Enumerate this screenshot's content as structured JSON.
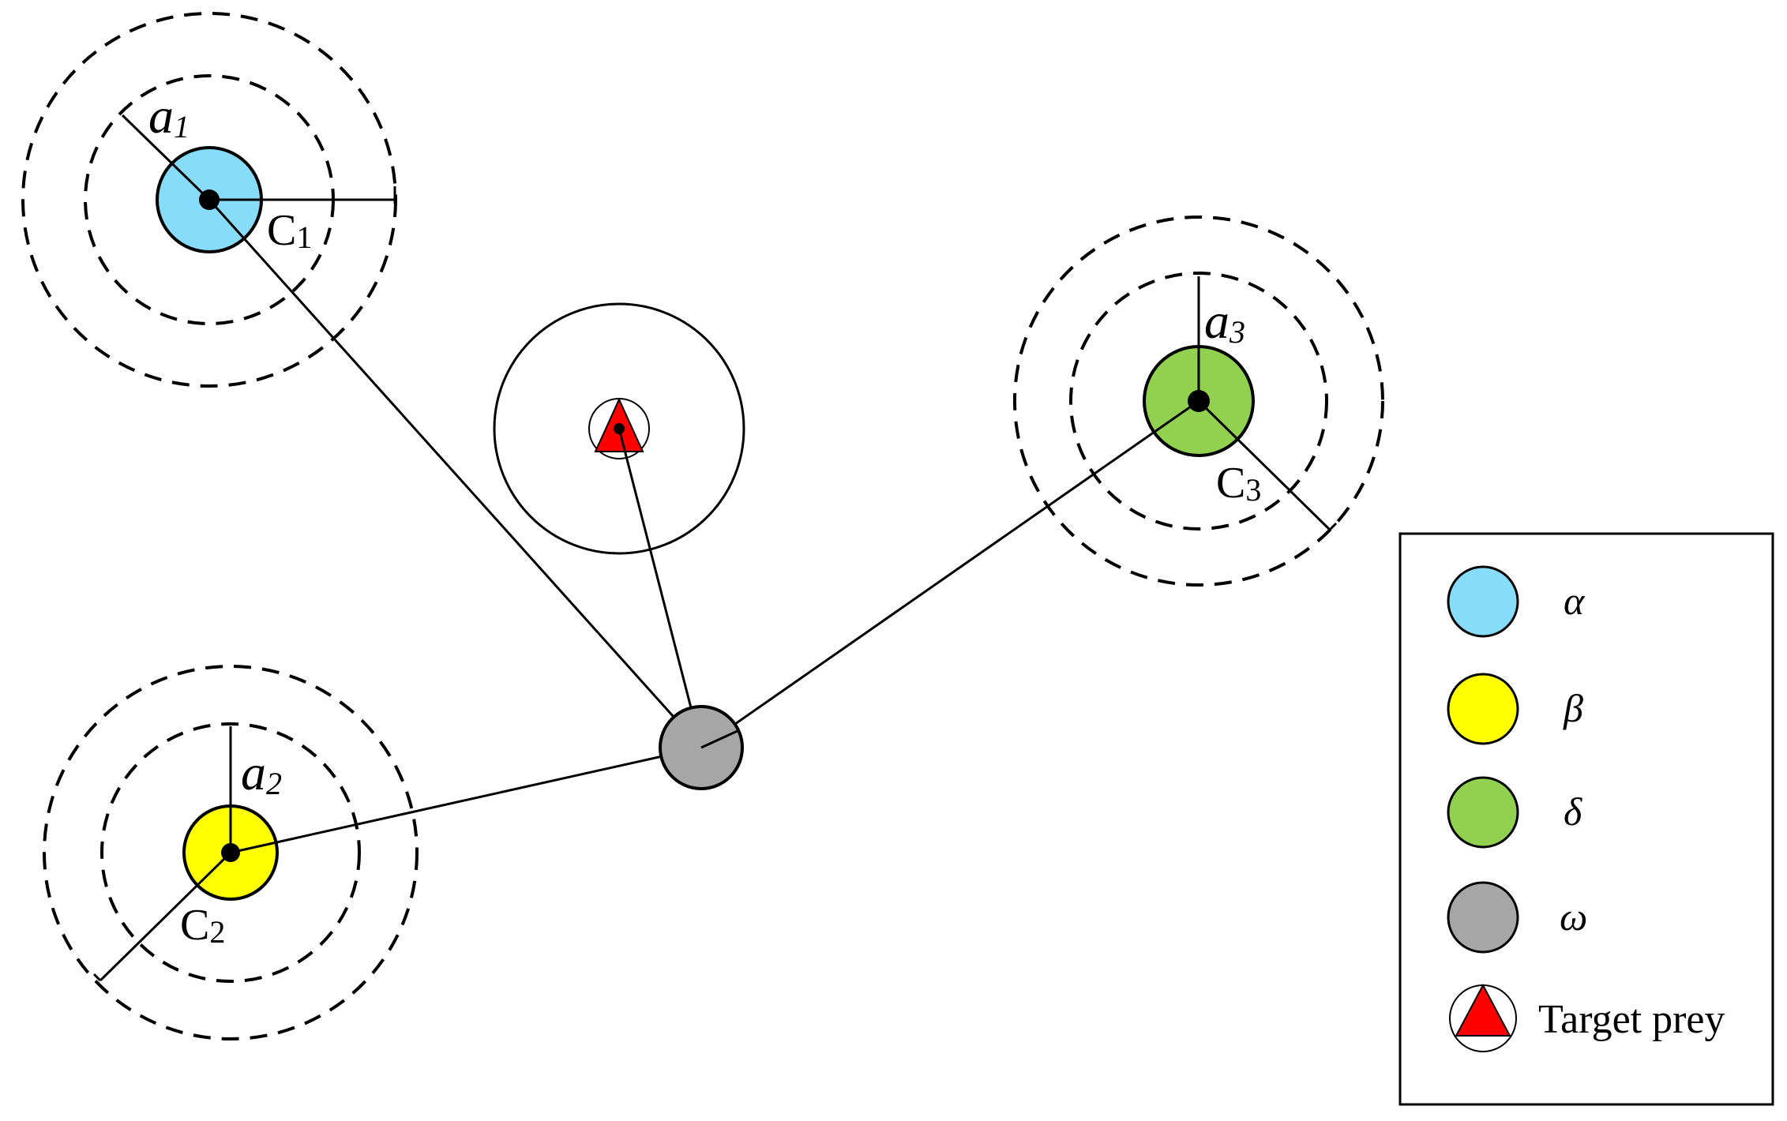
{
  "wolves": {
    "alpha": {
      "radius_label": "a",
      "radius_sub": "1",
      "coef_label": "C",
      "coef_sub": "1",
      "fill": "#87dcfa"
    },
    "beta": {
      "radius_label": "a",
      "radius_sub": "2",
      "coef_label": "C",
      "coef_sub": "2",
      "fill": "#ffff00"
    },
    "delta": {
      "radius_label": "a",
      "radius_sub": "3",
      "coef_label": "C",
      "coef_sub": "3",
      "fill": "#92d050"
    },
    "omega": {
      "fill": "#a6a6a6"
    },
    "prey": {
      "fill": "#ff0000"
    }
  },
  "legend": {
    "items": [
      {
        "label": "α",
        "color": "#87dcfa",
        "icon": "alpha-wolf-circle"
      },
      {
        "label": "β",
        "color": "#ffff00",
        "icon": "beta-wolf-circle"
      },
      {
        "label": "δ",
        "color": "#92d050",
        "icon": "delta-wolf-circle"
      },
      {
        "label": "ω",
        "color": "#a6a6a6",
        "icon": "omega-wolf-circle"
      },
      {
        "label": "Target prey",
        "color": "#ff0000",
        "icon": "prey-triangle"
      }
    ]
  }
}
